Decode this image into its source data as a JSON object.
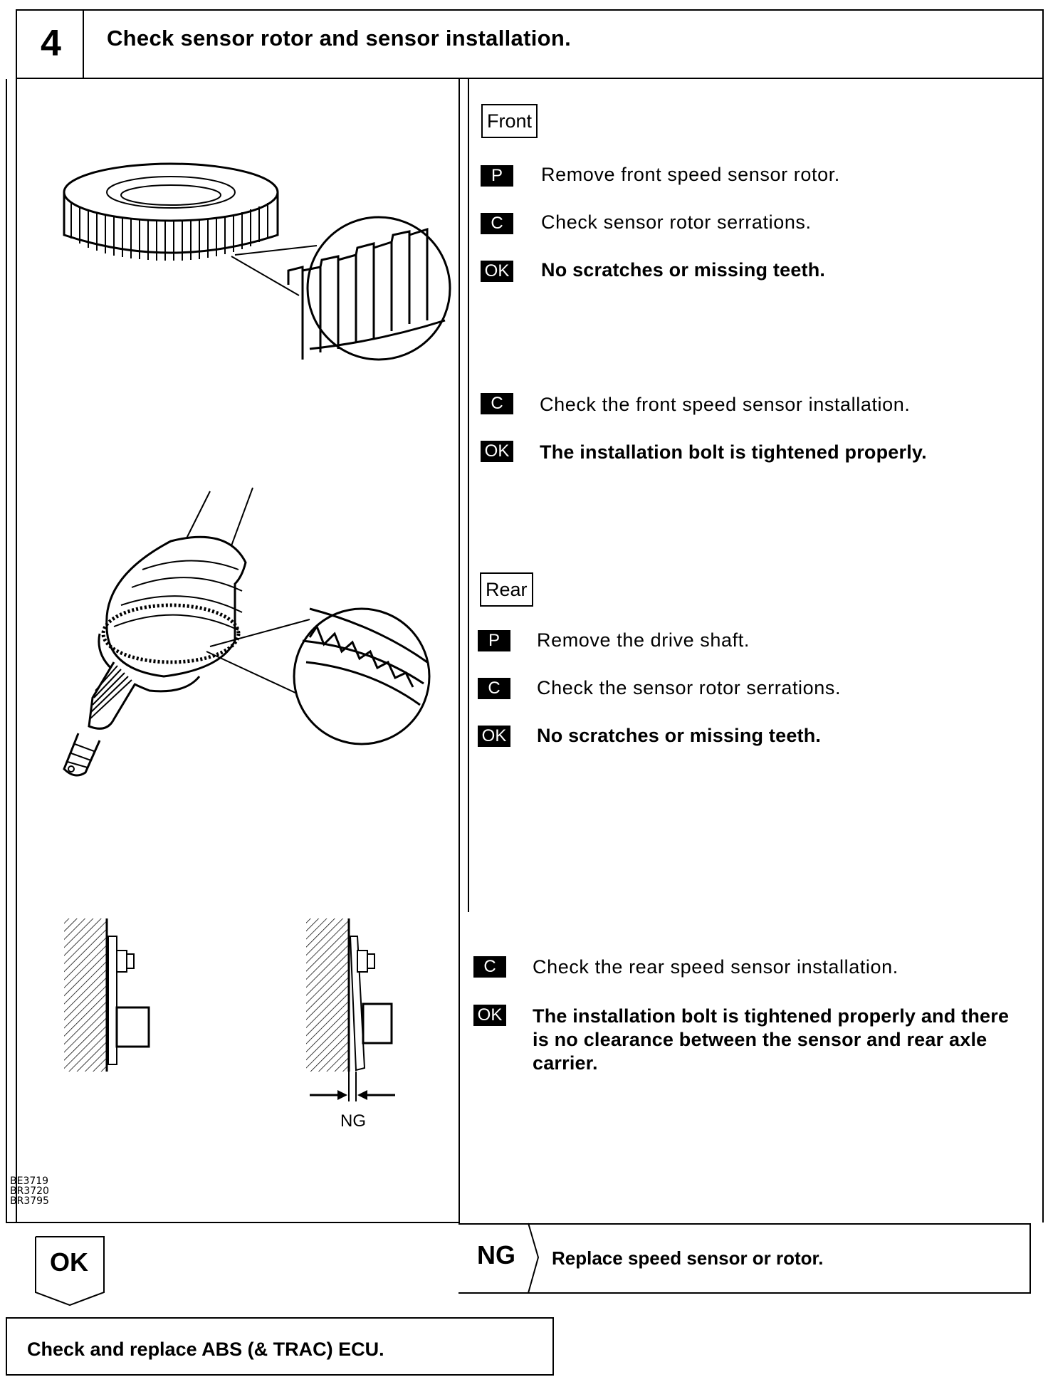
{
  "step": {
    "number": "4",
    "title": "Check sensor rotor and sensor installation."
  },
  "front": {
    "heading": "Front",
    "items": [
      {
        "icon": "P",
        "text": "Remove front speed sensor rotor.",
        "bold": false
      },
      {
        "icon": "C",
        "text": "Check sensor rotor serrations.",
        "bold": false
      },
      {
        "icon": "OK",
        "text": "No scratches or missing teeth.",
        "bold": true
      },
      {
        "icon": "C",
        "text": "Check the front speed sensor installation.",
        "bold": false
      },
      {
        "icon": "OK",
        "text": "The installation bolt is tightened properly.",
        "bold": true
      }
    ]
  },
  "rear": {
    "heading": "Rear",
    "items": [
      {
        "icon": "P",
        "text": "Remove the drive shaft.",
        "bold": false
      },
      {
        "icon": "C",
        "text": "Check the sensor rotor serrations.",
        "bold": false
      },
      {
        "icon": "OK",
        "text": "No scratches or missing teeth.",
        "bold": true
      },
      {
        "icon": "C",
        "text": "Check the rear speed sensor installation.",
        "bold": false
      },
      {
        "icon": "OK",
        "text": "The installation bolt is tightened properly and there is no clearance between the sensor and rear axle carrier.",
        "bold": true
      }
    ]
  },
  "figure": {
    "ng_label": "NG",
    "codes": [
      "BE3719",
      "BR3720",
      "BR3795"
    ]
  },
  "outcomes": {
    "ok_label": "OK",
    "ng_label": "NG",
    "ng_action": "Replace speed sensor or rotor.",
    "ok_action": "Check and replace ABS (& TRAC) ECU."
  }
}
